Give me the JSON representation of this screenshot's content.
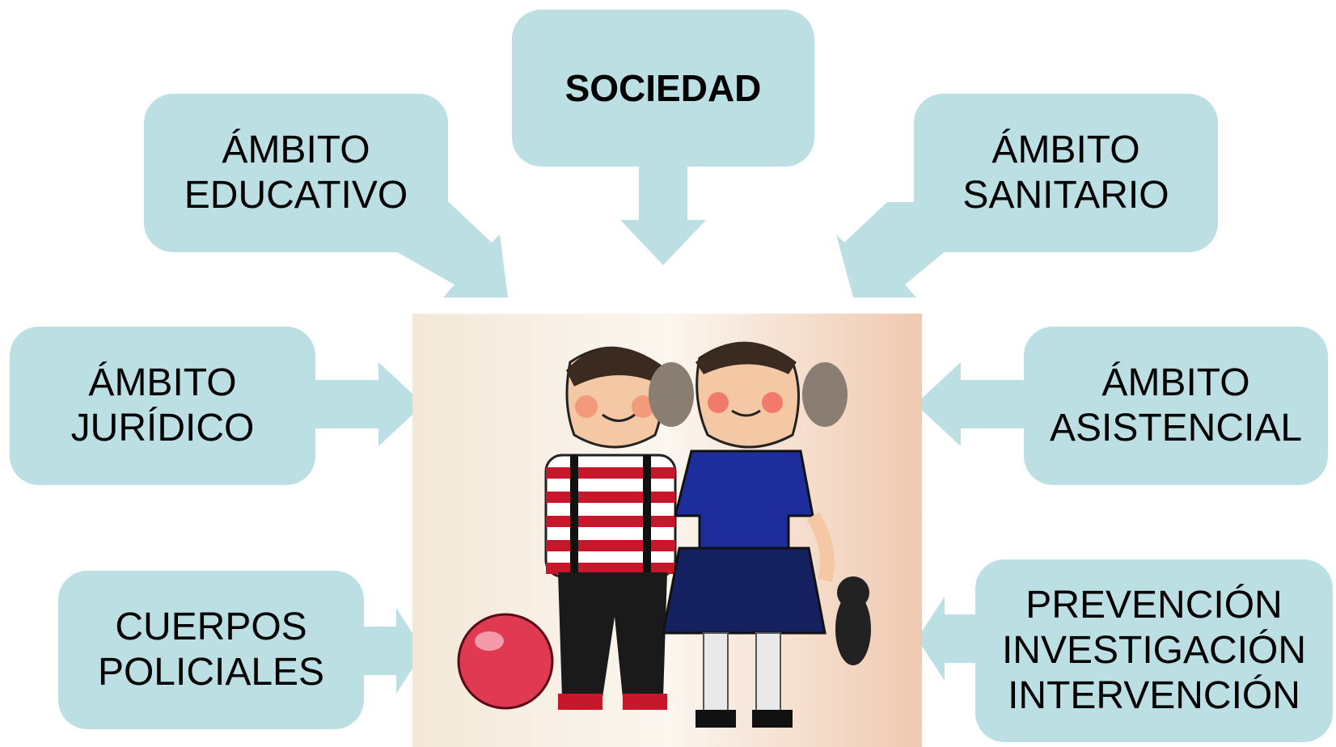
{
  "center_image": {
    "description_icon": "children-illustration"
  },
  "boxes": {
    "sociedad": {
      "lines": [
        "SOCIEDAD"
      ]
    },
    "educativo": {
      "lines": [
        "ÁMBITO",
        "EDUCATIVO"
      ]
    },
    "sanitario": {
      "lines": [
        "ÁMBITO",
        "SANITARIO"
      ]
    },
    "juridico": {
      "lines": [
        "ÁMBITO",
        "JURÍDICO"
      ]
    },
    "asistencial": {
      "lines": [
        "ÁMBITO",
        "ASISTENCIAL"
      ]
    },
    "policiales": {
      "lines": [
        "CUERPOS",
        "POLICIALES"
      ]
    },
    "prevencion": {
      "lines": [
        "PREVENCIÓN",
        "INVESTIGACIÓN",
        "INTERVENCIÓN"
      ]
    }
  },
  "colors": {
    "callout": "#bcdfe3",
    "text": "#000000"
  }
}
